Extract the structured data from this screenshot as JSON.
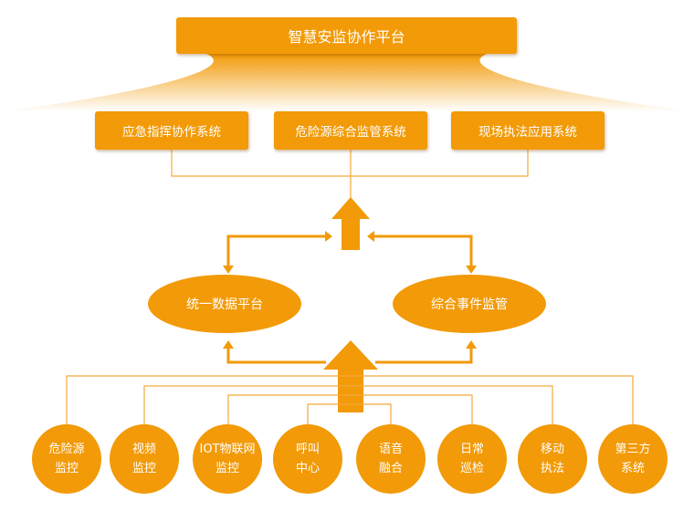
{
  "colors": {
    "accent": "#f29a07",
    "line": "#f4a93a"
  },
  "platform": {
    "title": "智慧安监协作平台"
  },
  "systems": [
    {
      "label": "应急指挥协作系统"
    },
    {
      "label": "危险源综合监管系统"
    },
    {
      "label": "现场执法应用系统"
    }
  ],
  "middle": [
    {
      "label": "统一数据平台"
    },
    {
      "label": "综合事件监管"
    }
  ],
  "sources": [
    {
      "line1": "危险源",
      "line2": "监控"
    },
    {
      "line1": "视频",
      "line2": "监控"
    },
    {
      "line1": "IOT物联网",
      "line2": "监控"
    },
    {
      "line1": "呼叫",
      "line2": "中心"
    },
    {
      "line1": "语音",
      "line2": "融合"
    },
    {
      "line1": "日常",
      "line2": "巡检"
    },
    {
      "line1": "移动",
      "line2": "执法"
    },
    {
      "line1": "第三方",
      "line2": "系统"
    }
  ]
}
